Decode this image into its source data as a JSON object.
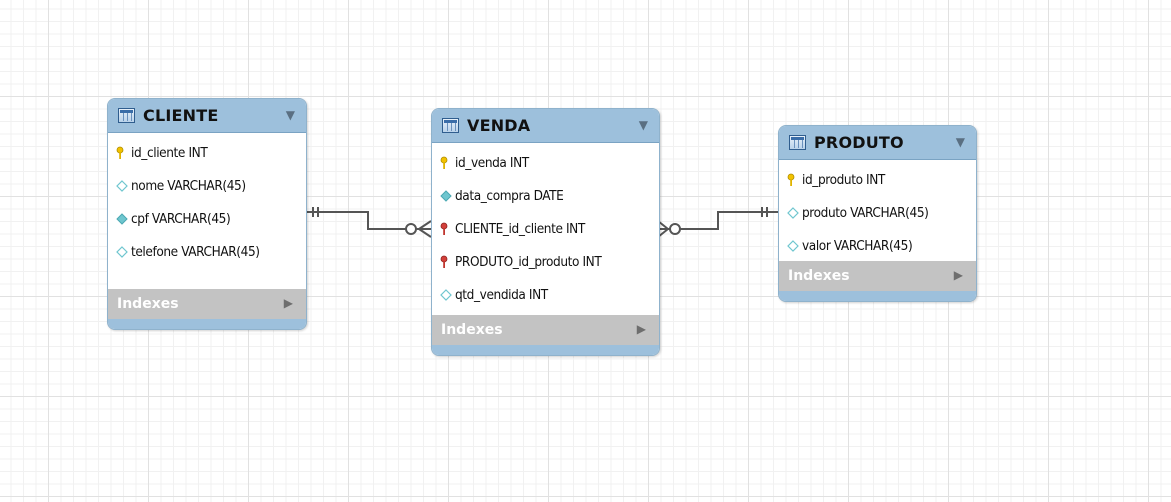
{
  "diagram": {
    "tables": [
      {
        "name": "CLIENTE",
        "columns": [
          {
            "label": "id_cliente INT",
            "icon": "primary-key-icon"
          },
          {
            "label": "nome VARCHAR(45)",
            "icon": "nullable-column-icon"
          },
          {
            "label": "cpf VARCHAR(45)",
            "icon": "not-null-column-icon"
          },
          {
            "label": "telefone VARCHAR(45)",
            "icon": "nullable-column-icon"
          }
        ],
        "indexes_label": "Indexes"
      },
      {
        "name": "VENDA",
        "columns": [
          {
            "label": "id_venda INT",
            "icon": "primary-key-icon"
          },
          {
            "label": "data_compra DATE",
            "icon": "not-null-column-icon"
          },
          {
            "label": "CLIENTE_id_cliente INT",
            "icon": "foreign-key-icon"
          },
          {
            "label": "PRODUTO_id_produto INT",
            "icon": "foreign-key-icon"
          },
          {
            "label": "qtd_vendida INT",
            "icon": "nullable-column-icon"
          }
        ],
        "indexes_label": "Indexes"
      },
      {
        "name": "PRODUTO",
        "columns": [
          {
            "label": "id_produto INT",
            "icon": "primary-key-icon"
          },
          {
            "label": "produto VARCHAR(45)",
            "icon": "nullable-column-icon"
          },
          {
            "label": "valor VARCHAR(45)",
            "icon": "nullable-column-icon"
          }
        ],
        "indexes_label": "Indexes"
      }
    ],
    "relationships": [
      {
        "from": "CLIENTE",
        "to": "VENDA",
        "from_cardinality": "one-and-only-one",
        "to_cardinality": "zero-or-many"
      },
      {
        "from": "PRODUTO",
        "to": "VENDA",
        "from_cardinality": "one-and-only-one",
        "to_cardinality": "zero-or-many"
      }
    ],
    "colors": {
      "header": "#9dc0dc",
      "indexes_bar": "#c3c3c3",
      "connector": "#555555",
      "primary_key": "#f2c200",
      "foreign_key": "#d2403a",
      "column_diamond": "#6fc6cf"
    }
  }
}
